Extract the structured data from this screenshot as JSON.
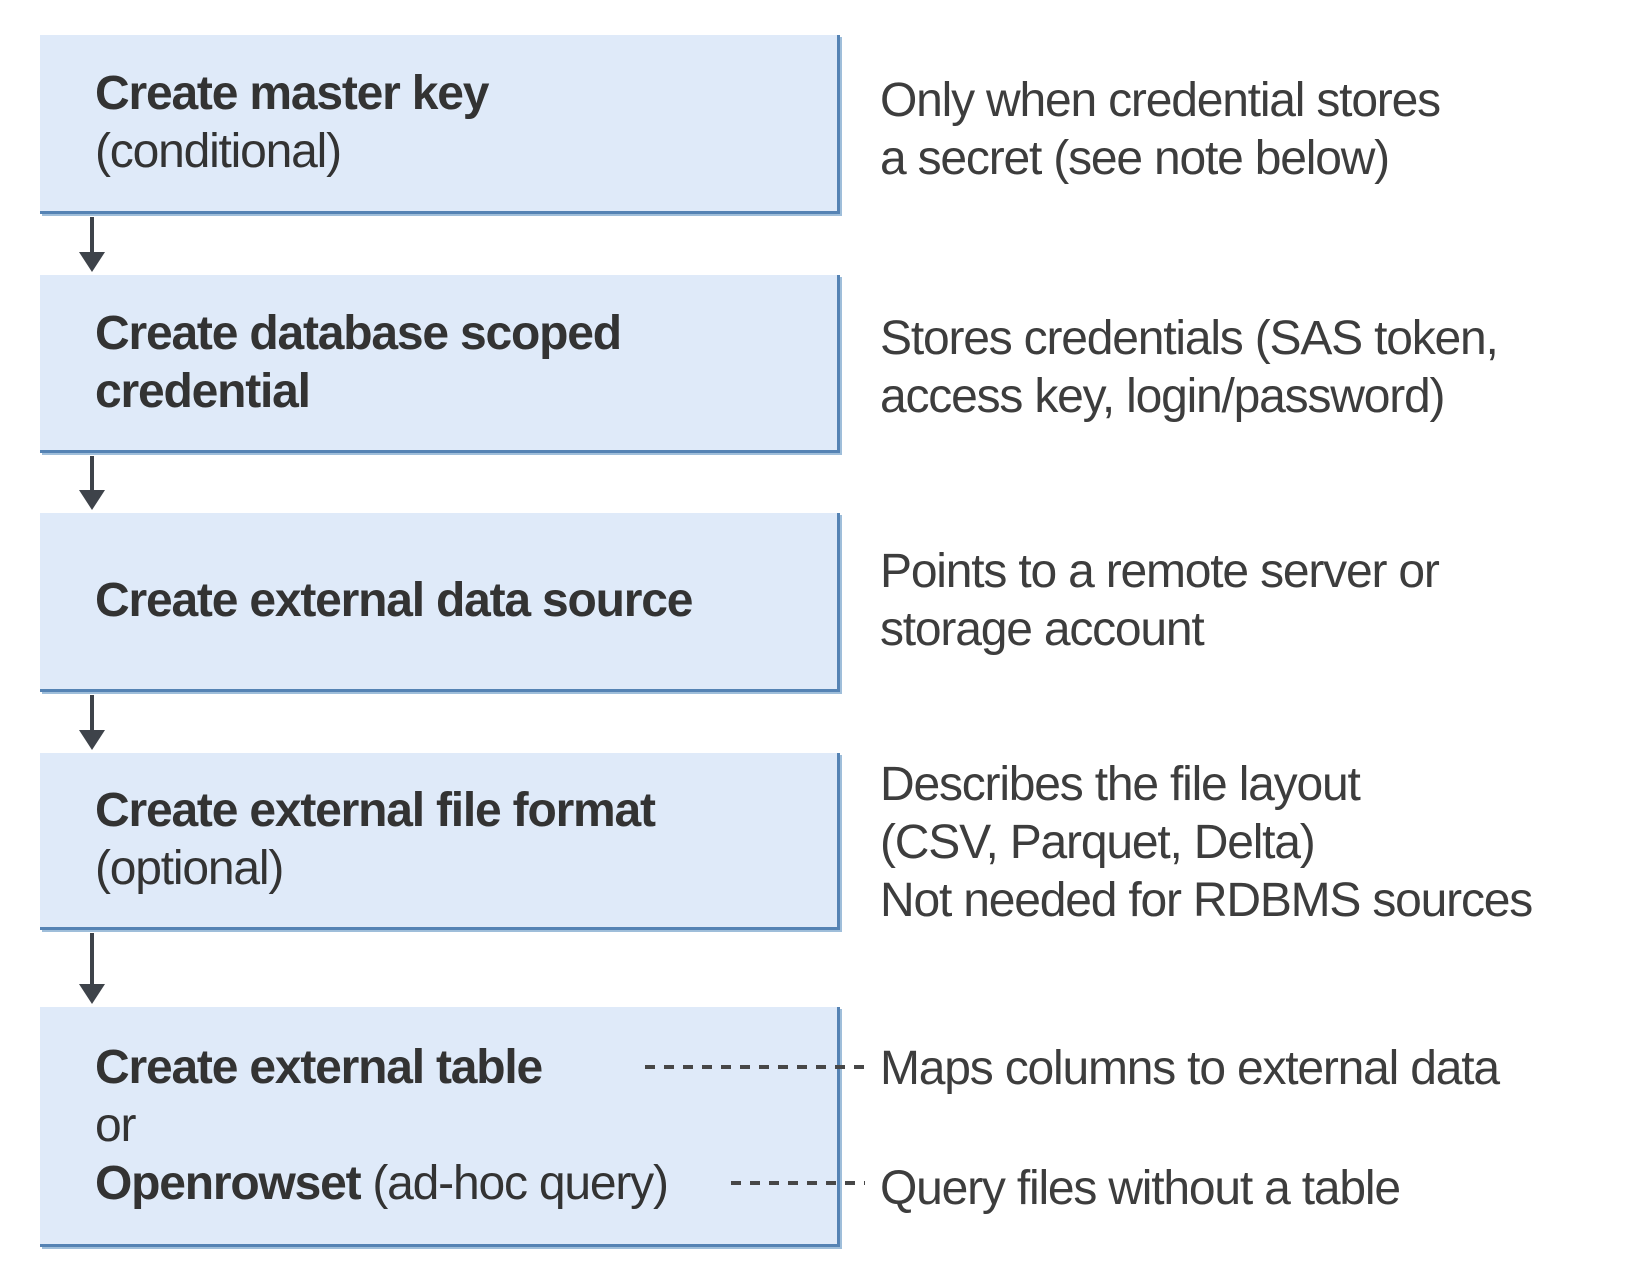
{
  "diagram": {
    "steps": [
      {
        "title": "Create master key",
        "qualifier": "(conditional)",
        "annotation": "Only when credential stores\na secret (see note below)"
      },
      {
        "title": "Create database scoped\ncredential",
        "annotation": "Stores credentials (SAS token,\naccess key, login/password)"
      },
      {
        "title": "Create external data source",
        "annotation": "Points to a remote server or\nstorage account"
      },
      {
        "title": "Create external file format",
        "qualifier": "(optional)",
        "annotation": "Describes the file layout\n(CSV, Parquet, Delta)\nNot needed for RDBMS sources"
      },
      {
        "option_a": "Create external table",
        "separator": "or",
        "option_b": "Openrowset",
        "option_b_qualifier": "(ad-hoc query)",
        "annotation_a": "Maps columns to external data",
        "annotation_b": "Query files without a table"
      }
    ],
    "colors": {
      "box_fill": "#dfeaf9",
      "box_border": "#5583b4",
      "box_shadow": "#9fbeda",
      "arrow": "#3e434a",
      "dash": "#474747",
      "title_text": "#333333",
      "note_text": "#3d3d3d"
    }
  }
}
